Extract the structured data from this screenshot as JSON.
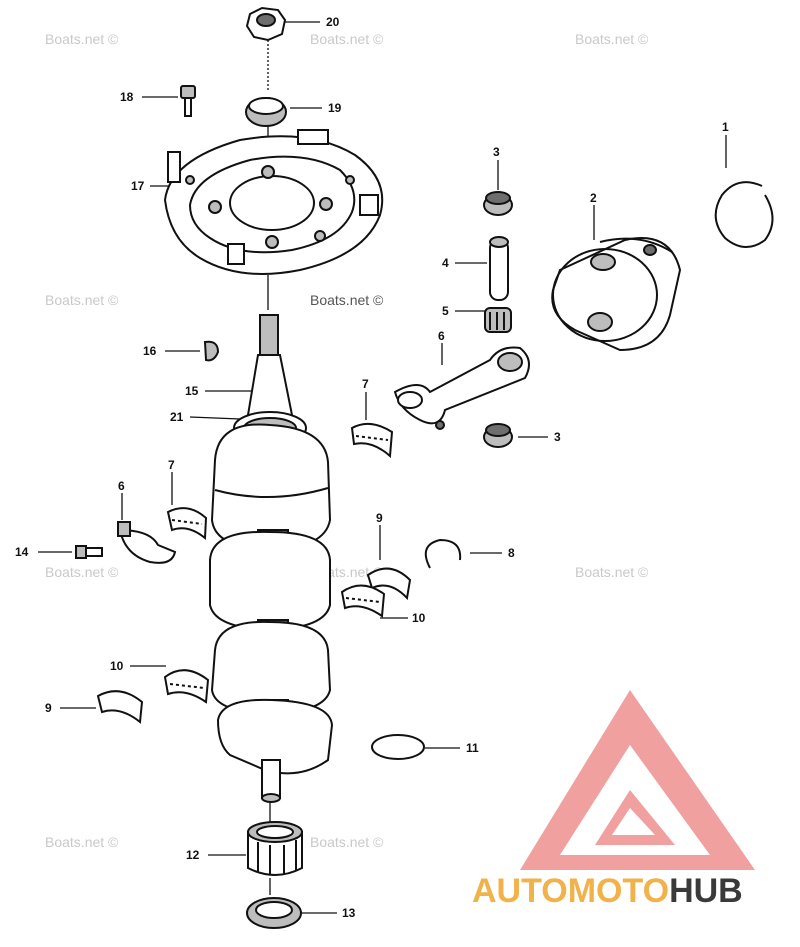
{
  "watermark": "Boats.net ©",
  "brand": {
    "part1": "AUTOMOTO",
    "part2": "HUB",
    "colors": {
      "accent": "#e85050",
      "orange": "#f2b24a",
      "dark": "#3a3a3a"
    }
  },
  "callouts": [
    "20",
    "18",
    "19",
    "1",
    "3",
    "17",
    "2",
    "4",
    "5",
    "6",
    "16",
    "15",
    "7",
    "21",
    "3",
    "7",
    "6",
    "14",
    "9",
    "8",
    "10",
    "10",
    "9",
    "11",
    "12",
    "13"
  ]
}
